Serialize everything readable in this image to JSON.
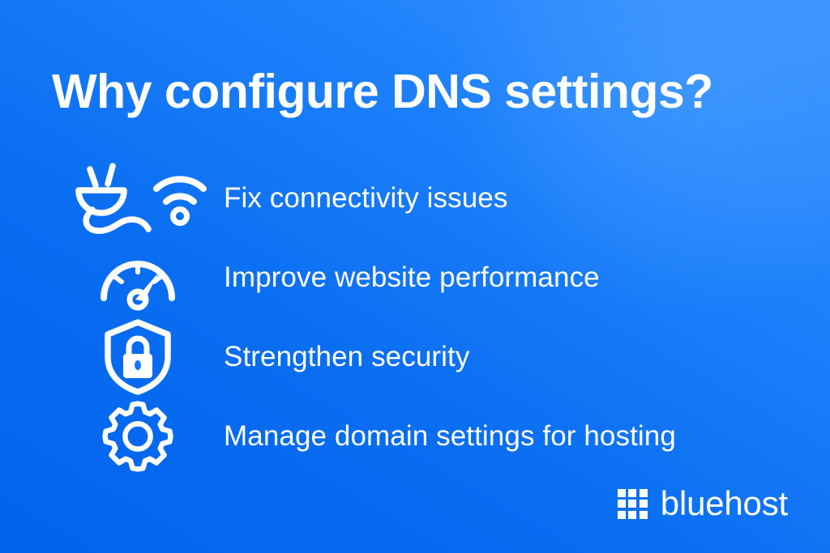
{
  "slide": {
    "title": "Why configure DNS settings?",
    "background": {
      "color_dark": "#0063ee",
      "color_light": "#3a93ff"
    },
    "text_color": "#ffffff"
  },
  "benefits": [
    {
      "icon": "plug-wifi-icon",
      "label": "Fix connectivity issues"
    },
    {
      "icon": "speedometer-icon",
      "label": "Improve website performance"
    },
    {
      "icon": "shield-lock-icon",
      "label": "Strengthen security"
    },
    {
      "icon": "gear-icon",
      "label": "Manage domain settings for hosting"
    }
  ],
  "logo": {
    "mark": "grid-3x3-icon",
    "word": "bluehost"
  }
}
